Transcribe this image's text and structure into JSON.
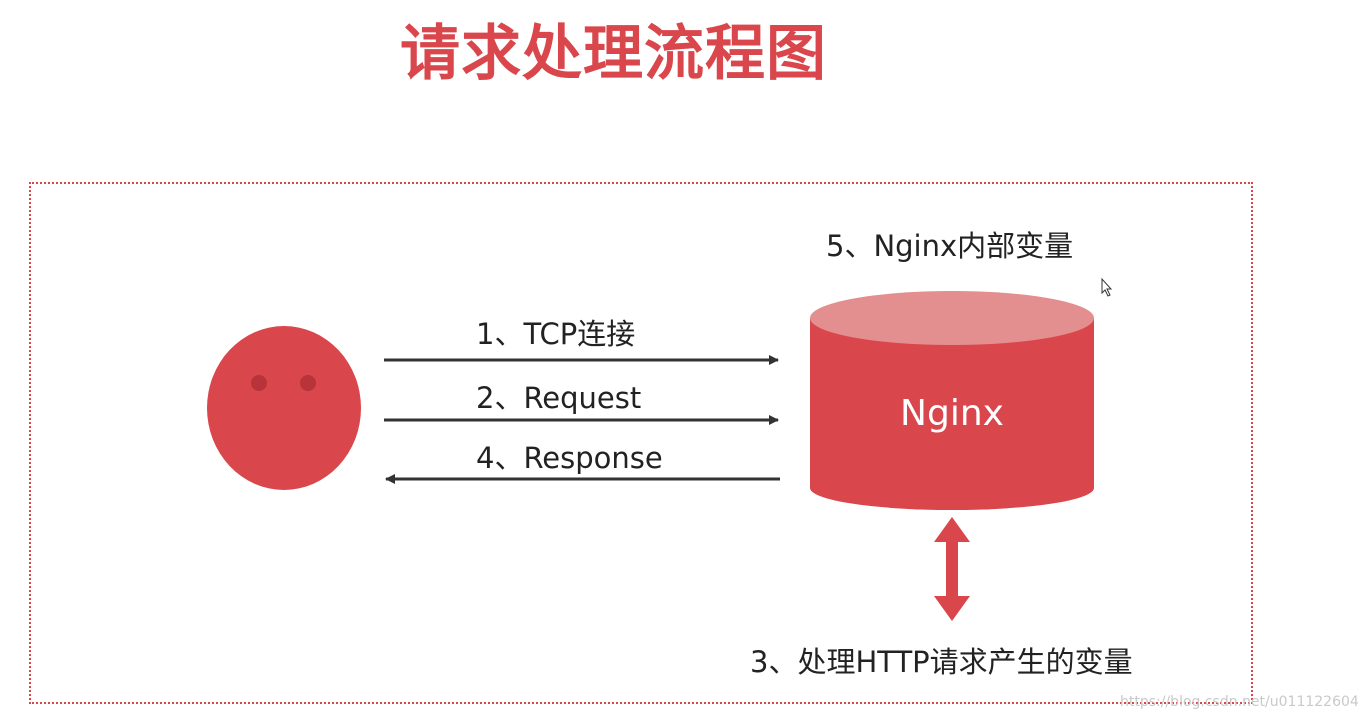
{
  "title": "请求处理流程图",
  "steps": {
    "tcp": "1、TCP连接",
    "request": "2、Request",
    "response": "4、Response",
    "process": "3、处理HTTP请求产生的变量",
    "variables": "5、Nginx内部变量"
  },
  "server": {
    "name": "Nginx"
  },
  "watermark": "https://blog.csdn.net/u011122604",
  "colors": {
    "accent": "#d9464b",
    "cylinder_top": "#e48f8f",
    "arrow": "#333333"
  }
}
